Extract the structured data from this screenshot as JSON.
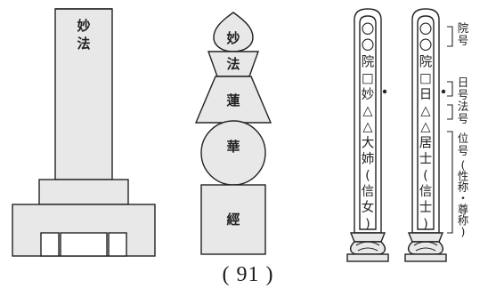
{
  "gravestone": {
    "line1": "妙",
    "line2": "法"
  },
  "gorinto": {
    "tiers": [
      "妙",
      "法",
      "蓮",
      "華",
      "經"
    ]
  },
  "ihai_woman": {
    "chars": [
      "〇",
      "〇",
      "院",
      "□",
      "妙",
      "△",
      "△",
      "大",
      "姉",
      "(",
      "信",
      "女",
      ")"
    ]
  },
  "ihai_man": {
    "chars": [
      "〇",
      "〇",
      "院",
      "□",
      "日",
      "△",
      "△",
      "居",
      "士",
      "(",
      "信",
      "士",
      ")"
    ]
  },
  "labels": {
    "ingo": "院号",
    "nichigo": "日号",
    "hogo": "法号",
    "igo": "位号",
    "seisho": "(性称・尊称)"
  },
  "page_number": "(  91  )"
}
